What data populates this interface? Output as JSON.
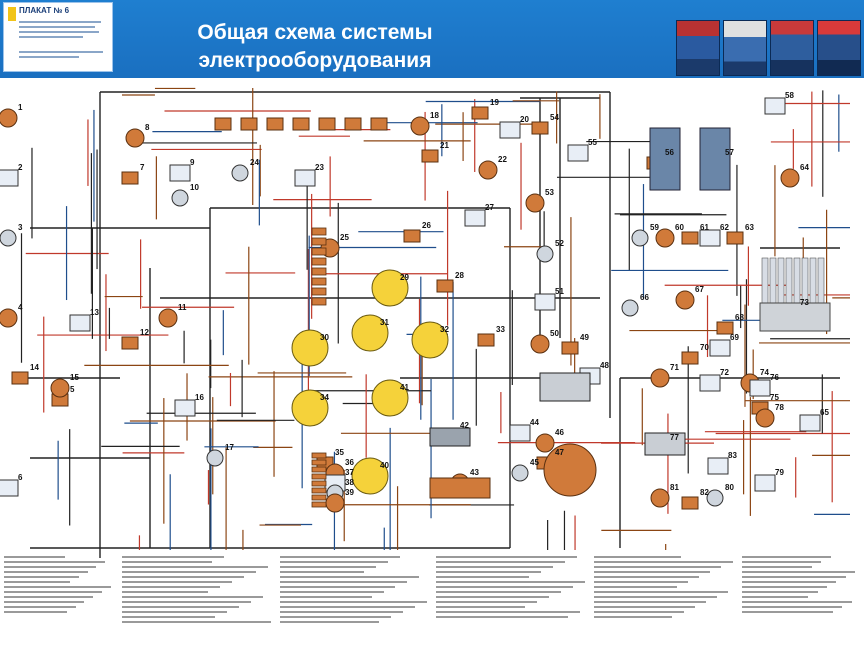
{
  "header": {
    "plakat_label": "ПЛАКАТ № 6",
    "title_line1": "Общая схема системы",
    "title_line2": "электрооборудования"
  },
  "colors": {
    "header_blue": "#1f7fd0",
    "wire_red": "#c0392b",
    "wire_brown": "#8b4513",
    "wire_blue": "#1f4e8c",
    "wire_black": "#222222",
    "component_orange": "#d07a3a",
    "component_yellow": "#f5d23a"
  },
  "diagram": {
    "component_numbers": [
      "1",
      "2",
      "3",
      "4",
      "5",
      "6",
      "7",
      "8",
      "9",
      "10",
      "11",
      "12",
      "13",
      "14",
      "15",
      "16",
      "17",
      "18",
      "19",
      "20",
      "21",
      "22",
      "23",
      "24",
      "25",
      "26",
      "27",
      "28",
      "29",
      "30",
      "31",
      "32",
      "33",
      "34",
      "35",
      "36",
      "37",
      "38",
      "39",
      "40",
      "41",
      "42",
      "43",
      "44",
      "45",
      "46",
      "47",
      "48",
      "49",
      "50",
      "51",
      "52",
      "53",
      "54",
      "55",
      "56",
      "57",
      "58",
      "59",
      "60",
      "61",
      "62",
      "63",
      "64",
      "65",
      "66",
      "67",
      "68",
      "69",
      "70",
      "71",
      "72",
      "73",
      "74",
      "75",
      "76",
      "77",
      "78",
      "79",
      "80",
      "81",
      "82",
      "83"
    ]
  }
}
